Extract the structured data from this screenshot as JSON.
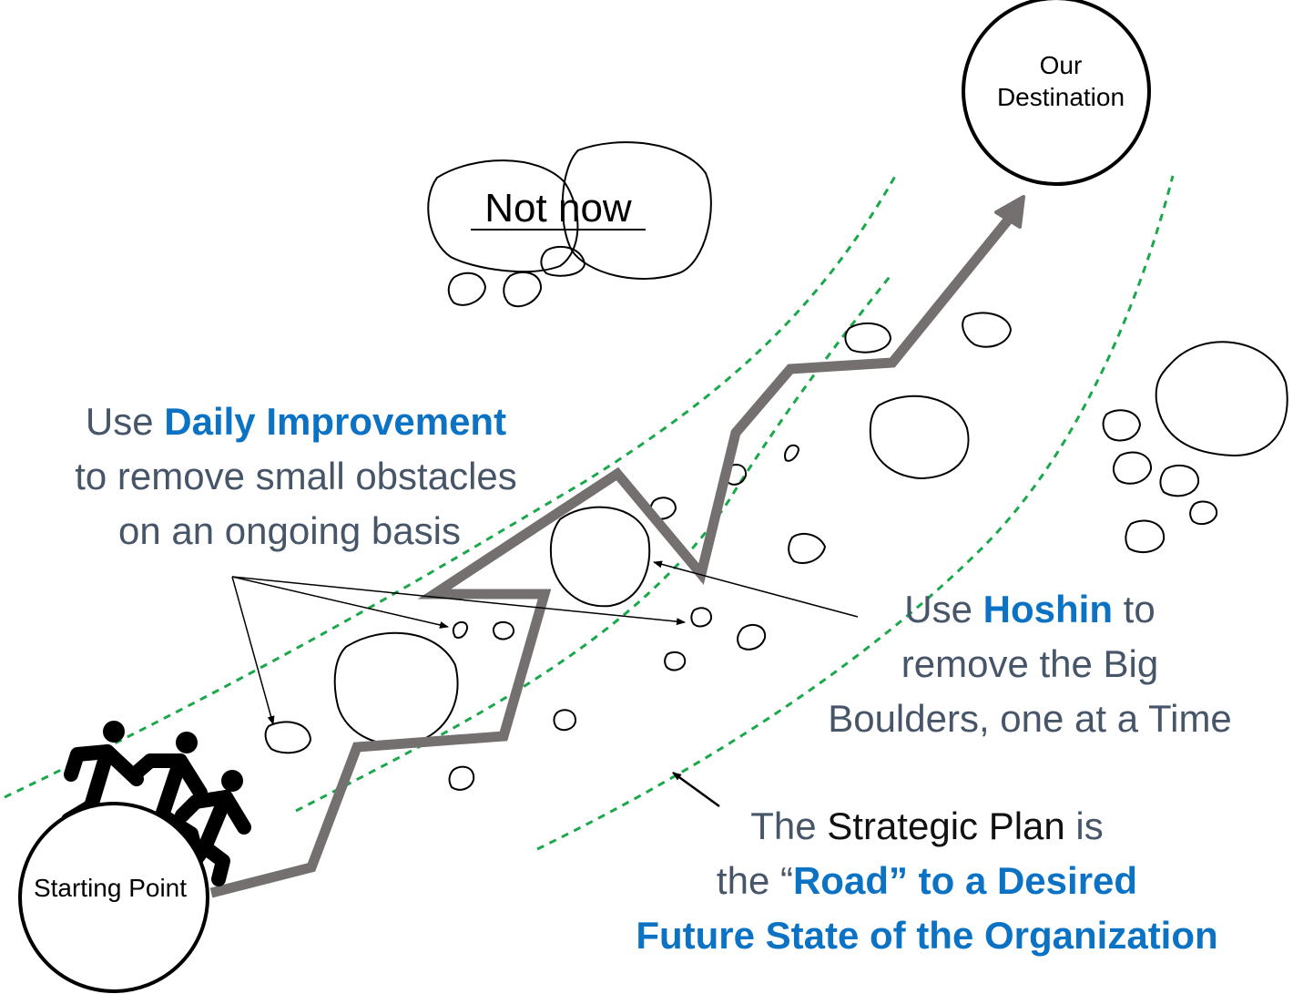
{
  "colors": {
    "path": "#747070",
    "road": "#1aa84a",
    "accent_blue": "#0b72c4",
    "text_gray": "#475569",
    "ink": "#000000"
  },
  "icons": {
    "runners": "running-people-icon",
    "boulders": "boulder-outline",
    "rocks": "rock-outline"
  },
  "destination": {
    "line1": "Our",
    "line2": "Destination"
  },
  "starting_point": "Starting Point",
  "not_now": "Not now",
  "daily_improvement": {
    "prefix": "Use ",
    "highlight": "Daily Improvement",
    "line2": "to remove small obstacles",
    "line3": "on an ongoing basis"
  },
  "hoshin": {
    "prefix": "Use ",
    "highlight": "Hoshin",
    "suffix": " to",
    "line2": "remove the Big",
    "line3": "Boulders, one at a Time"
  },
  "strategic_plan": {
    "w1": "The ",
    "w2": "Strategic Plan",
    "w3": " is",
    "l2_prefix": "the “",
    "l2_highlight": "Road” to a Desired",
    "line3": "Future State of the Organization"
  }
}
